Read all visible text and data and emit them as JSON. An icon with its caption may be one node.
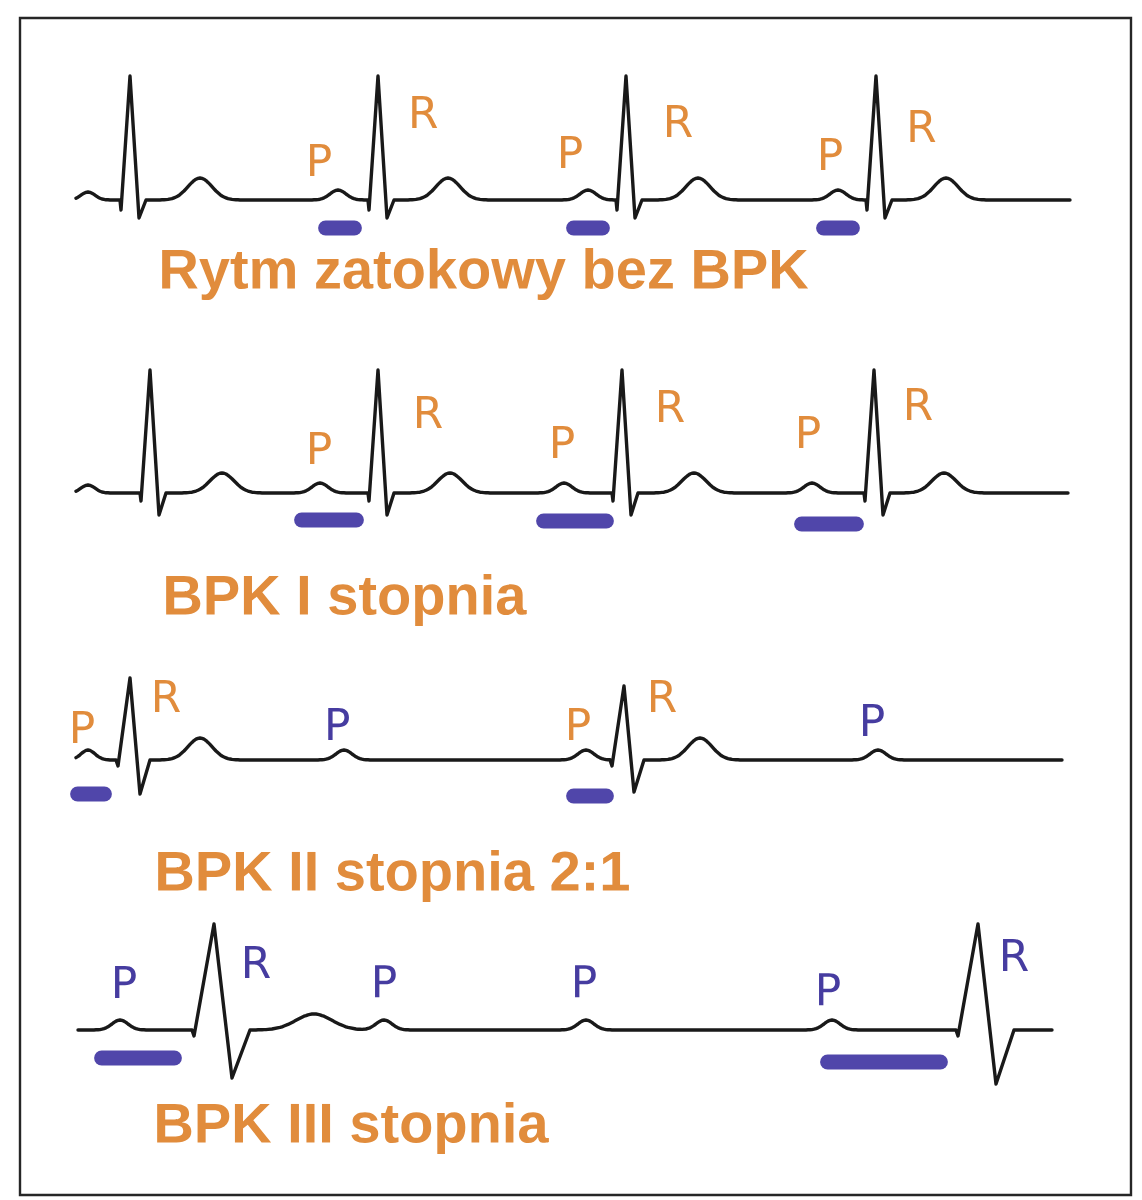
{
  "diagram": {
    "labels": [
      "P",
      "R",
      "P",
      "R",
      "P",
      "R",
      "Rytm zatokowy bez BPK",
      "P",
      "R",
      "P",
      "R",
      "P",
      "R",
      "BPK I stopnia",
      "P",
      "R",
      "P",
      "P",
      "R",
      "P",
      "BPK II stopnia 2:1",
      "P",
      "R",
      "P",
      "P",
      "P",
      "R",
      "BPK III stopnia"
    ]
  }
}
